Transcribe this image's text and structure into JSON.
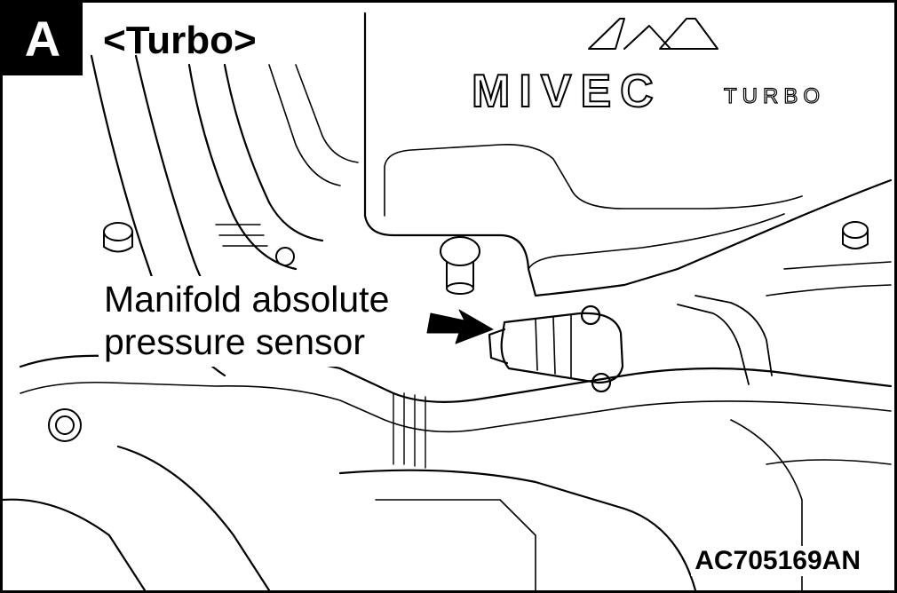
{
  "section_letter": "A",
  "variant_label": "<Turbo>",
  "callout": {
    "line1": "Manifold absolute",
    "line2": "pressure sensor"
  },
  "logo": {
    "main": "MIVEC",
    "sub": "TURBO"
  },
  "figure_code": "AC705169AN",
  "colors": {
    "ink": "#000000",
    "paper": "#ffffff"
  },
  "icons": [
    "arrow-right-icon"
  ]
}
